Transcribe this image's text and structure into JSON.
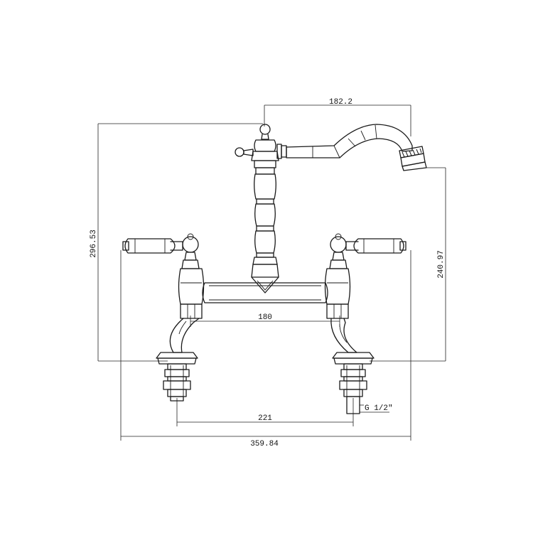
{
  "drawing": {
    "dimensions": {
      "spout_reach": "182.2",
      "total_height": "296.53",
      "spout_height": "240.97",
      "body_width": "180",
      "inlet_spacing": "221",
      "overall_width": "359.84",
      "thread_size": "G 1/2\""
    }
  }
}
